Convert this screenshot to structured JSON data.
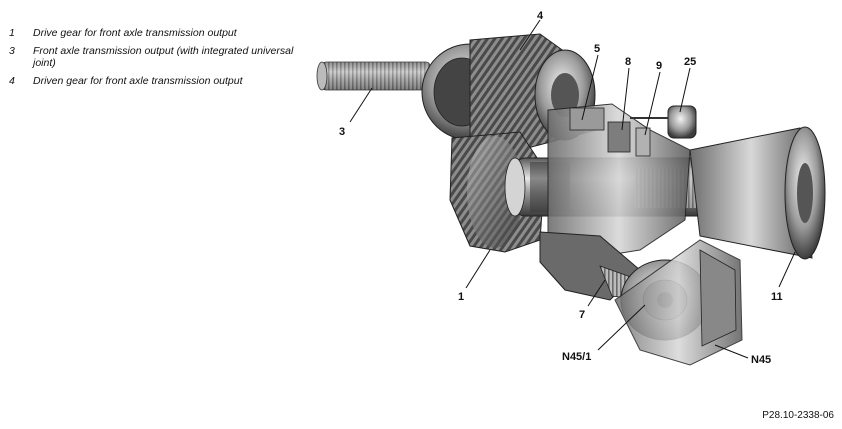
{
  "legend": [
    {
      "num": "1",
      "text": "Drive gear for front axle transmission output"
    },
    {
      "num": "3",
      "text": "Front axle transmission output (with integrated universal joint)"
    },
    {
      "num": "4",
      "text": "Driven gear for front axle transmission output"
    }
  ],
  "callouts": {
    "c4": "4",
    "c5": "5",
    "c8": "8",
    "c9": "9",
    "c25": "25",
    "c3": "3",
    "c11": "11",
    "c1": "1",
    "c7": "7",
    "cN451": "N45/1",
    "cN45": "N45"
  },
  "reference_code": "P28.10-2338-06"
}
